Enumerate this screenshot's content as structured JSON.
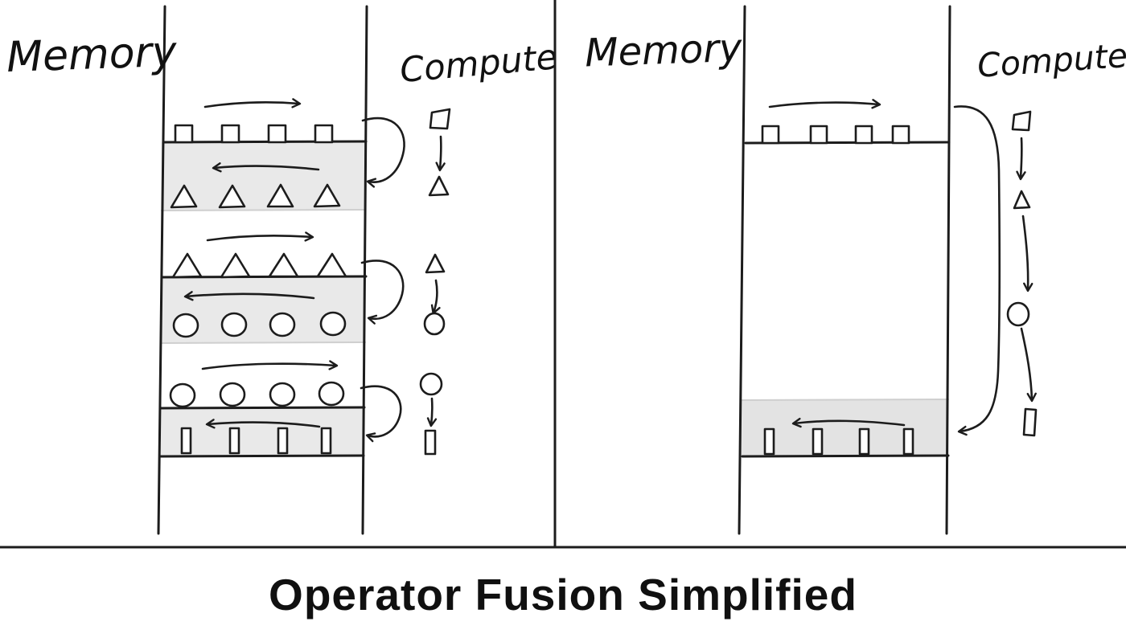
{
  "title": "Operator Fusion Simplified",
  "panels": {
    "unfused": {
      "memory_label": "Memory",
      "compute_label": "Compute",
      "op_sequence": [
        "square",
        "triangle",
        "circle",
        "bar"
      ],
      "memory_round_trips": 3
    },
    "fused": {
      "memory_label": "Memory",
      "compute_label": "Compute",
      "op_sequence": [
        "square",
        "triangle",
        "circle",
        "bar"
      ],
      "memory_round_trips": 1
    }
  },
  "colors": {
    "ink": "#1c1c1c",
    "band_fill": "#e9e9e9",
    "band_fill_right": "#e3e3e3",
    "background": "#ffffff"
  }
}
